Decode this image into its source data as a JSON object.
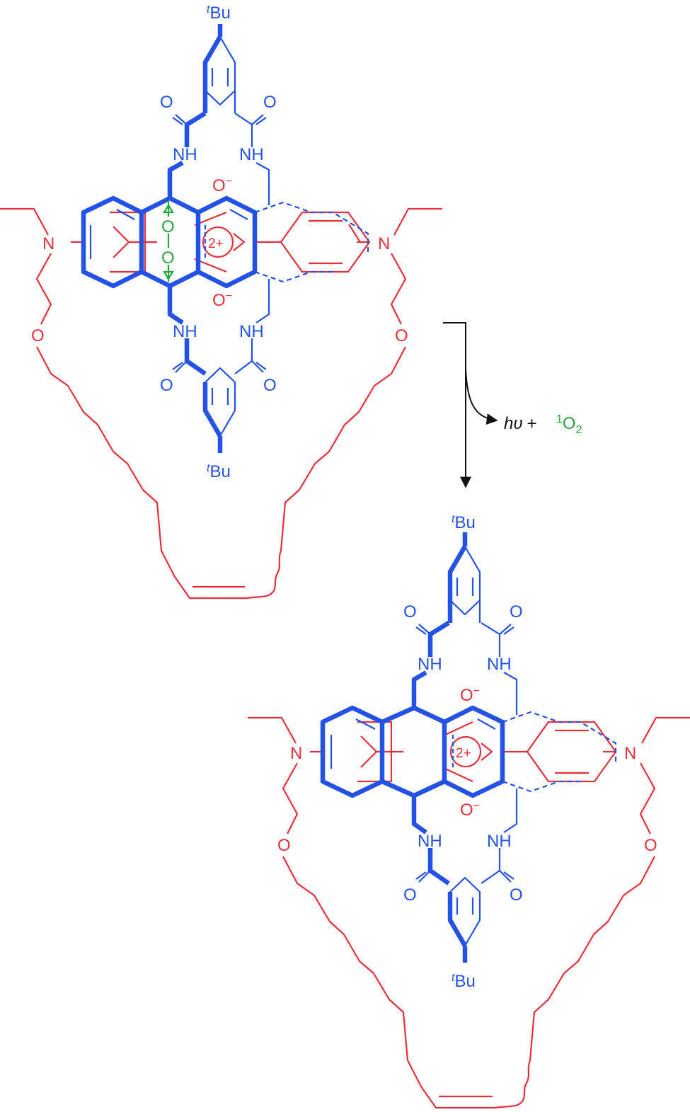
{
  "colors": {
    "axle": "#e8303c",
    "macrocycle": "#2452e6",
    "oxygen": "#22a83a",
    "arrow": "#111111"
  },
  "labels": {
    "tbu_sup": "t",
    "tbu": "Bu",
    "oxygen": "O",
    "amide_nh": "NH",
    "nitrogen": "N",
    "oxide_minus": "−",
    "dication": "2+",
    "peroxide_o": "O"
  },
  "reaction": {
    "hv": "hυ",
    "plus": "+",
    "singlet_sup": "1",
    "o2_symbol": "O",
    "o2_sub": "2"
  }
}
